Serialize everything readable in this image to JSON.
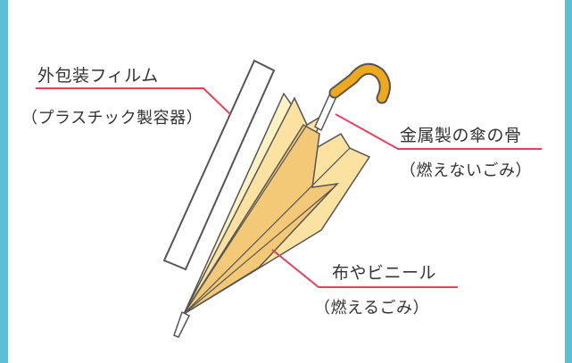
{
  "colors": {
    "frame": "#5bc0d6",
    "leader_line": "#e8405a",
    "handle": "#f0a81c",
    "canopy_light": "#fff3c4",
    "canopy_mid": "#fbe2a0",
    "canopy_dark": "#f3c877",
    "outline": "#555555"
  },
  "labels": {
    "film_title": "外包装フィルム",
    "film_sub": "（プラスチック製容器）",
    "ribs_title": "金属製の傘の骨",
    "ribs_sub": "（燃えないごみ）",
    "cloth_title": "布やビニール",
    "cloth_sub": "（燃えるごみ）"
  }
}
